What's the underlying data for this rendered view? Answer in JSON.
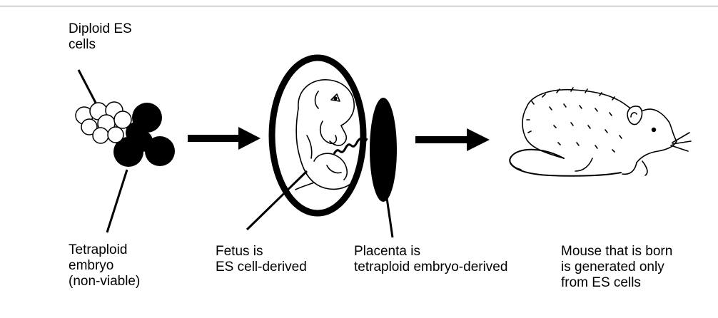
{
  "labels": {
    "diploid_es": "Diploid ES\ncells",
    "tetraploid": "Tetraploid\nembryo\n(non-viable)",
    "fetus": "Fetus is\nES cell-derived",
    "placenta": "Placenta is\ntetraploid embryo-derived",
    "mouse": "Mouse that is born\nis generated only\nfrom ES cells"
  },
  "colors": {
    "ink": "#000000",
    "background": "#ffffff",
    "rule": "#9a9a9a"
  },
  "icons": [
    "es-cell-cluster",
    "tetraploid-embryo-cells",
    "arrow-right",
    "fetus-in-uterus",
    "placenta",
    "mouse"
  ]
}
